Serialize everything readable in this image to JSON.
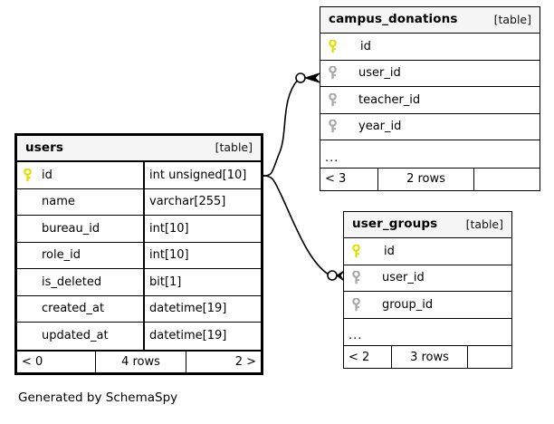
{
  "diagram": {
    "caption": "Generated by SchemaSpy",
    "background": "#ffffff",
    "line_color": "#000000",
    "pk_key_color": "#e8e800",
    "fk_key_color": "#9e9e9e",
    "header_background": "#f5f5f5"
  },
  "tables": {
    "users": {
      "name": "users",
      "kind": "[table]",
      "is_focal": true,
      "columns": [
        {
          "name": "id",
          "type": "int unsigned[10]",
          "key": "primary"
        },
        {
          "name": "name",
          "type": "varchar[255]",
          "key": "none"
        },
        {
          "name": "bureau_id",
          "type": "int[10]",
          "key": "none"
        },
        {
          "name": "role_id",
          "type": "int[10]",
          "key": "none"
        },
        {
          "name": "is_deleted",
          "type": "bit[1]",
          "key": "none"
        },
        {
          "name": "created_at",
          "type": "datetime[19]",
          "key": "none"
        },
        {
          "name": "updated_at",
          "type": "datetime[19]",
          "key": "none"
        }
      ],
      "has_ellipsis": false,
      "footer": {
        "prev": "< 0",
        "rows": "4 rows",
        "next": "2 >"
      }
    },
    "campus_donations": {
      "name": "campus_donations",
      "kind": "[table]",
      "is_focal": false,
      "columns": [
        {
          "name": "id",
          "type": "",
          "key": "primary"
        },
        {
          "name": "user_id",
          "type": "",
          "key": "foreign"
        },
        {
          "name": "teacher_id",
          "type": "",
          "key": "foreign"
        },
        {
          "name": "year_id",
          "type": "",
          "key": "foreign"
        }
      ],
      "has_ellipsis": true,
      "ellipsis": "...",
      "footer": {
        "prev": "< 3",
        "rows": "2 rows",
        "next": ""
      }
    },
    "user_groups": {
      "name": "user_groups",
      "kind": "[table]",
      "is_focal": false,
      "columns": [
        {
          "name": "id",
          "type": "",
          "key": "primary"
        },
        {
          "name": "user_id",
          "type": "",
          "key": "foreign"
        },
        {
          "name": "group_id",
          "type": "",
          "key": "foreign"
        }
      ],
      "has_ellipsis": true,
      "ellipsis": "...",
      "footer": {
        "prev": "< 2",
        "rows": "3 rows",
        "next": ""
      }
    }
  },
  "relationships": [
    {
      "from_table": "users",
      "from_column": "id",
      "to_table": "campus_donations",
      "to_column": "user_id",
      "from_cardinality": "one",
      "to_cardinality": "zero-or-many"
    },
    {
      "from_table": "users",
      "from_column": "id",
      "to_table": "user_groups",
      "to_column": "user_id",
      "from_cardinality": "one",
      "to_cardinality": "zero-or-many"
    }
  ]
}
